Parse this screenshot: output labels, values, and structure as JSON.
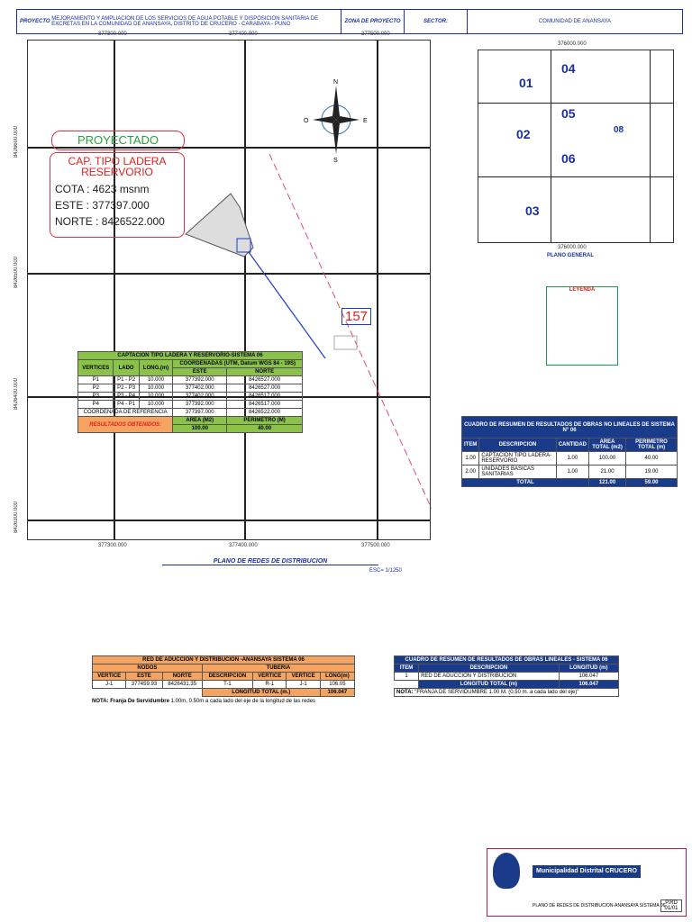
{
  "header": {
    "proyecto_label": "PROYECTO",
    "proyecto_text": "MEJORAMIENTO Y AMPLIACION DE LOS SERVICIOS DE AGUA POTABLE Y DISPOSICION SANITARIA DE EXCRETAS EN LA COMUNIDAD DE ANANSAYA, DISTRITO DE CRUCERO - CARABAYA - PUNO",
    "zona_label": "ZONA DE PROYECTO",
    "sector_label": "SECTOR:",
    "sector_value": "COMUNIDAD DE ANANSAYA"
  },
  "map": {
    "x_ticks": [
      "377300.000",
      "377400.000",
      "377500.000"
    ],
    "y_ticks": [
      "8426600.000",
      "8426500.000",
      "8426400.000",
      "8426300.000"
    ],
    "label_box_title": "PROYECTADO",
    "structure_name": "CAP. TIPO LADERA RESERVORIO",
    "cota": "COTA : 4623 msnm",
    "este": "ESTE : 377397.000",
    "norte": "NORTE : 8426522.000",
    "node_label": "157",
    "compass": {
      "n": "N",
      "s": "S",
      "e": "E",
      "o": "O"
    }
  },
  "inset": {
    "x_tick": "376000.000",
    "sectors": [
      "01",
      "04",
      "05",
      "02",
      "06",
      "03",
      "08"
    ],
    "caption": "PLANO GENERAL"
  },
  "legend": {
    "title": "LEYENDA"
  },
  "plan_title": {
    "title": "PLANO DE REDES DE DISTRIBUCION",
    "scale": "ESC= 1/1250"
  },
  "captacion_table": {
    "title": "CAPTACION TIPO LADERA Y RESERVORIO-SISTEMA 06",
    "headers": [
      "VERTICES",
      "LADO",
      "LONG.(m)",
      "COORDENADAS (UTM, Datum WGS 84 - 19S)"
    ],
    "subheaders": [
      "ESTE",
      "NORTE"
    ],
    "rows": [
      [
        "P1",
        "P1 - P2",
        "10.000",
        "377392.000",
        "8426527.000"
      ],
      [
        "P2",
        "P2 - P3",
        "10.000",
        "377402.000",
        "8426527.000"
      ],
      [
        "P3",
        "P3 - P4",
        "10.000",
        "377402.000",
        "8426517.000"
      ],
      [
        "P4",
        "P4 - P1",
        "10.000",
        "377392.000",
        "8426517.000"
      ]
    ],
    "ref_label": "COORDENADA DE REFERENCIA",
    "ref_este": "377397.000",
    "ref_norte": "8426522.000",
    "results_label": "RESULTADOS OBTENIDOS:",
    "area_label": "AREA (M2)",
    "perim_label": "PERIMETRO (M)",
    "area": "100.00",
    "perim": "40.00"
  },
  "no_lineales": {
    "title": "CUADRO DE RESUMEN DE RESULTADOS DE OBRAS NO LINEALES DE SISTEMA N° 06",
    "headers": [
      "ITEM",
      "DESCRIPCION",
      "CANTIDAD",
      "AREA TOTAL (m2)",
      "PERIMETRO TOTAL (m)"
    ],
    "rows": [
      [
        "1.00",
        "CAPTACION TIPO LADERA-RESERVORIO",
        "1.00",
        "100.00",
        "40.00"
      ],
      [
        "2.00",
        "UNIDADES BASICAS SANITARIAS",
        "1.00",
        "21.00",
        "19.00"
      ]
    ],
    "total_label": "TOTAL",
    "total_area": "121.00",
    "total_perim": "59.00"
  },
  "red_table": {
    "title": "RED DE ADUCCION Y DISTRIBUCION -ANANSAYA SISTEMA 06",
    "group1": "NODOS",
    "group2": "TUBERIA",
    "headers": [
      "VERTICE",
      "ESTE",
      "NORTE",
      "DESCRIPCION",
      "VERTICE",
      "VERTICE",
      "LONG(m)"
    ],
    "row": [
      "J-1",
      "377459.93",
      "8426431.35",
      "T-1",
      "R-1",
      "J-1",
      "106.05"
    ],
    "total_label": "LONGITUD TOTAL (m.)",
    "total": "106.047",
    "note_label": "NOTA: Franja De Servidumbre",
    "note_text": "1.00m, 0.50m a cada lado del eje de la longitud de las redes"
  },
  "lineales": {
    "title": "CUADRO DE RESUMEN DE RESULTADOS DE OBRAS LINEALES - SISTEMA 06",
    "headers": [
      "ITEM",
      "DESCRIPCION",
      "LONGITUD (m)"
    ],
    "row": [
      "1",
      "RED DE ADUCCION Y DISTRIBUCION",
      "106.047"
    ],
    "total_label": "LONGITUD TOTAL (m)",
    "total": "106.047",
    "note_label": "NOTA:",
    "note_text": "\"FRANJA DE SERVIDUMBRE 1.00 M. (0.50 m. a cada lado del eje)\""
  },
  "titleblock": {
    "org": "Municipalidad Distrital CRUCERO",
    "plan": "PLANO DE REDES DE DISTRIBUCION-ANANSAYA SISTEMA 06",
    "code": "P.RD",
    "sheet": "01/01"
  }
}
